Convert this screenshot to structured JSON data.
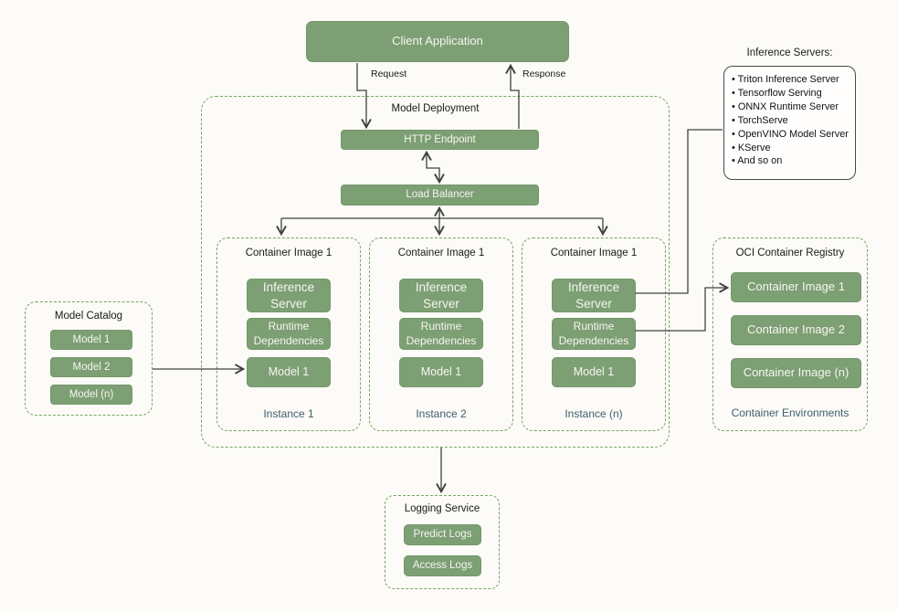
{
  "colors": {
    "background": "#FDFBF7",
    "box_green": "#7D9F74",
    "dashed_border_green": "#74A566",
    "box_text": "#F6F6F0",
    "footer_text_teal": "#3D5E6C",
    "connector": "#404040"
  },
  "client_application": {
    "label": "Client Application"
  },
  "connections": {
    "request_label": "Request",
    "response_label": "Response"
  },
  "model_deployment": {
    "title": "Model Deployment",
    "http_endpoint_label": "HTTP Endpoint",
    "load_balancer_label": "Load Balancer"
  },
  "instances": [
    {
      "title": "Container Image 1",
      "layers": [
        "Inference Server",
        "Runtime Dependencies",
        "Model 1"
      ],
      "footer": "Instance 1"
    },
    {
      "title": "Container Image 1",
      "layers": [
        "Inference Server",
        "Runtime Dependencies",
        "Model 1"
      ],
      "footer": "Instance 2"
    },
    {
      "title": "Container Image 1",
      "layers": [
        "Inference Server",
        "Runtime Dependencies",
        "Model 1"
      ],
      "footer": "Instance (n)"
    }
  ],
  "model_catalog": {
    "title": "Model Catalog",
    "items": [
      "Model 1",
      "Model 2",
      "Model (n)"
    ]
  },
  "inference_servers": {
    "title": "Inference Servers:",
    "items": [
      "Triton Inference Server",
      "Tensorflow Serving",
      "ONNX Runtime Server",
      "TorchServe",
      "OpenVINO Model Server",
      "KServe",
      "And so on"
    ]
  },
  "oci_registry": {
    "title": "OCI Container Registry",
    "items": [
      "Container Image 1",
      "Container Image 2",
      "Container Image (n)"
    ],
    "footer": "Container Environments"
  },
  "logging_service": {
    "title": "Logging Service",
    "items": [
      "Predict Logs",
      "Access Logs"
    ]
  }
}
